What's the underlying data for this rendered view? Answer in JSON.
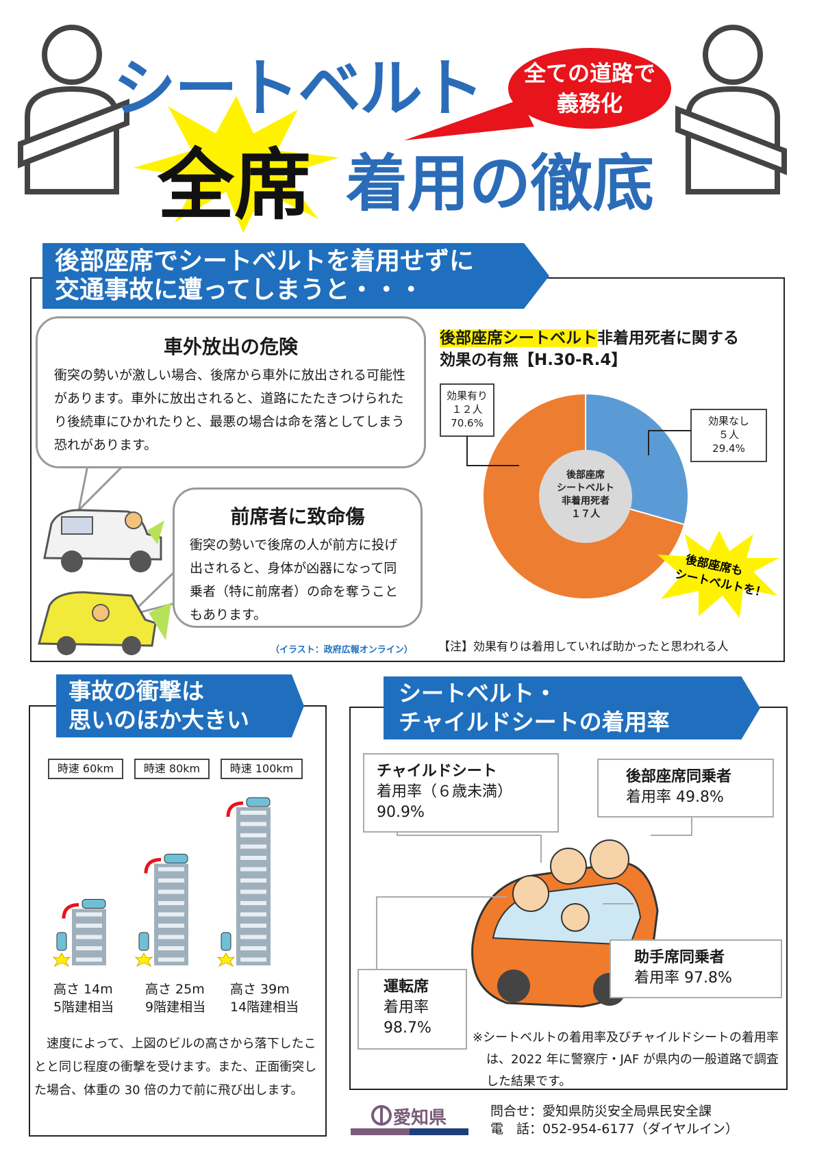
{
  "header": {
    "title_line1": "シートベルト",
    "title_line2_bold": "全席",
    "title_line2_blue": "着用の徹底",
    "badge_line1": "全ての道路で",
    "badge_line2": "義務化"
  },
  "section1": {
    "banner_line1": "後部座席でシートベルトを着用せずに",
    "banner_line2": "交通事故に遭ってしまうと・・・",
    "bubble1_title": "車外放出の危険",
    "bubble1_text": "衝突の勢いが激しい場合、後席から車外に放出される可能性があります。車外に放出されると、道路にたたきつけられたり後続車にひかれたりと、最悪の場合は命を落としてしまう恐れがあります。",
    "bubble2_title": "前席者に致命傷",
    "bubble2_text": "衝突の勢いで後席の人が前方に投げ出されると、身体が凶器になって同乗者（特に前席者）の命を奪うこともあります。",
    "illust_credit": "（イラスト：政府広報オンライン）",
    "chart_title_highlight": "後部座席シートベルト",
    "chart_title_rest": "非着用死者に関する",
    "chart_title_line2": "効果の有無【H.30-R.4】",
    "note": "【注】効果有りは着用していれば助かったと思われる人",
    "burst_line1": "後部座席も",
    "burst_line2": "シートベルトを！"
  },
  "chart_data": {
    "type": "pie",
    "center_label": [
      "後部座席",
      "シートベルト",
      "非着用死者",
      "１７人"
    ],
    "slices": [
      {
        "label_lines": [
          "効果有り",
          "１２人",
          "70.6%"
        ],
        "value": 12,
        "percent": 70.6,
        "color": "#ed7d31"
      },
      {
        "label_lines": [
          "効果なし",
          "５人",
          "29.4%"
        ],
        "value": 5,
        "percent": 29.4,
        "color": "#5b9bd5"
      }
    ]
  },
  "section2": {
    "banner_line1": "事故の衝撃は",
    "banner_line2": "思いのほか大きい",
    "speeds": [
      {
        "label": "時速 60km",
        "height": "高さ 14m",
        "floors": "5階建相当",
        "floors_count": 5
      },
      {
        "label": "時速 80km",
        "height": "高さ 25m",
        "floors": "9階建相当",
        "floors_count": 9
      },
      {
        "label": "時速 100km",
        "height": "高さ 39m",
        "floors": "14階建相当",
        "floors_count": 14
      }
    ],
    "text": "速度によって、上図のビルの高さから落下したことと同じ程度の衝撃を受けます。また、正面衝突した場合、体重の 30 倍の力で前に飛び出します。"
  },
  "section3": {
    "banner_line1": "シートベルト・",
    "banner_line2": "チャイルドシートの着用率",
    "child_title": "チャイルドシート",
    "child_sub": "着用率（６歳未満）",
    "child_rate": "90.9%",
    "rear_title": "後部座席同乗者",
    "rear_rate": "着用率 49.8%",
    "passenger_title": "助手席同乗者",
    "passenger_rate": "着用率 97.8%",
    "driver_title": "運転席",
    "driver_sub": "着用率",
    "driver_rate": "98.7%",
    "note": "※シートベルトの着用率及びチャイルドシートの着用率は、2022 年に警察庁・JAF が県内の一般道路で調査した結果です。"
  },
  "footer": {
    "logo_text": "愛知県",
    "contact_line1": "問合せ：愛知県防災安全局県民安全課",
    "contact_line2": "電　話：052-954-6177（ダイヤルイン）"
  }
}
